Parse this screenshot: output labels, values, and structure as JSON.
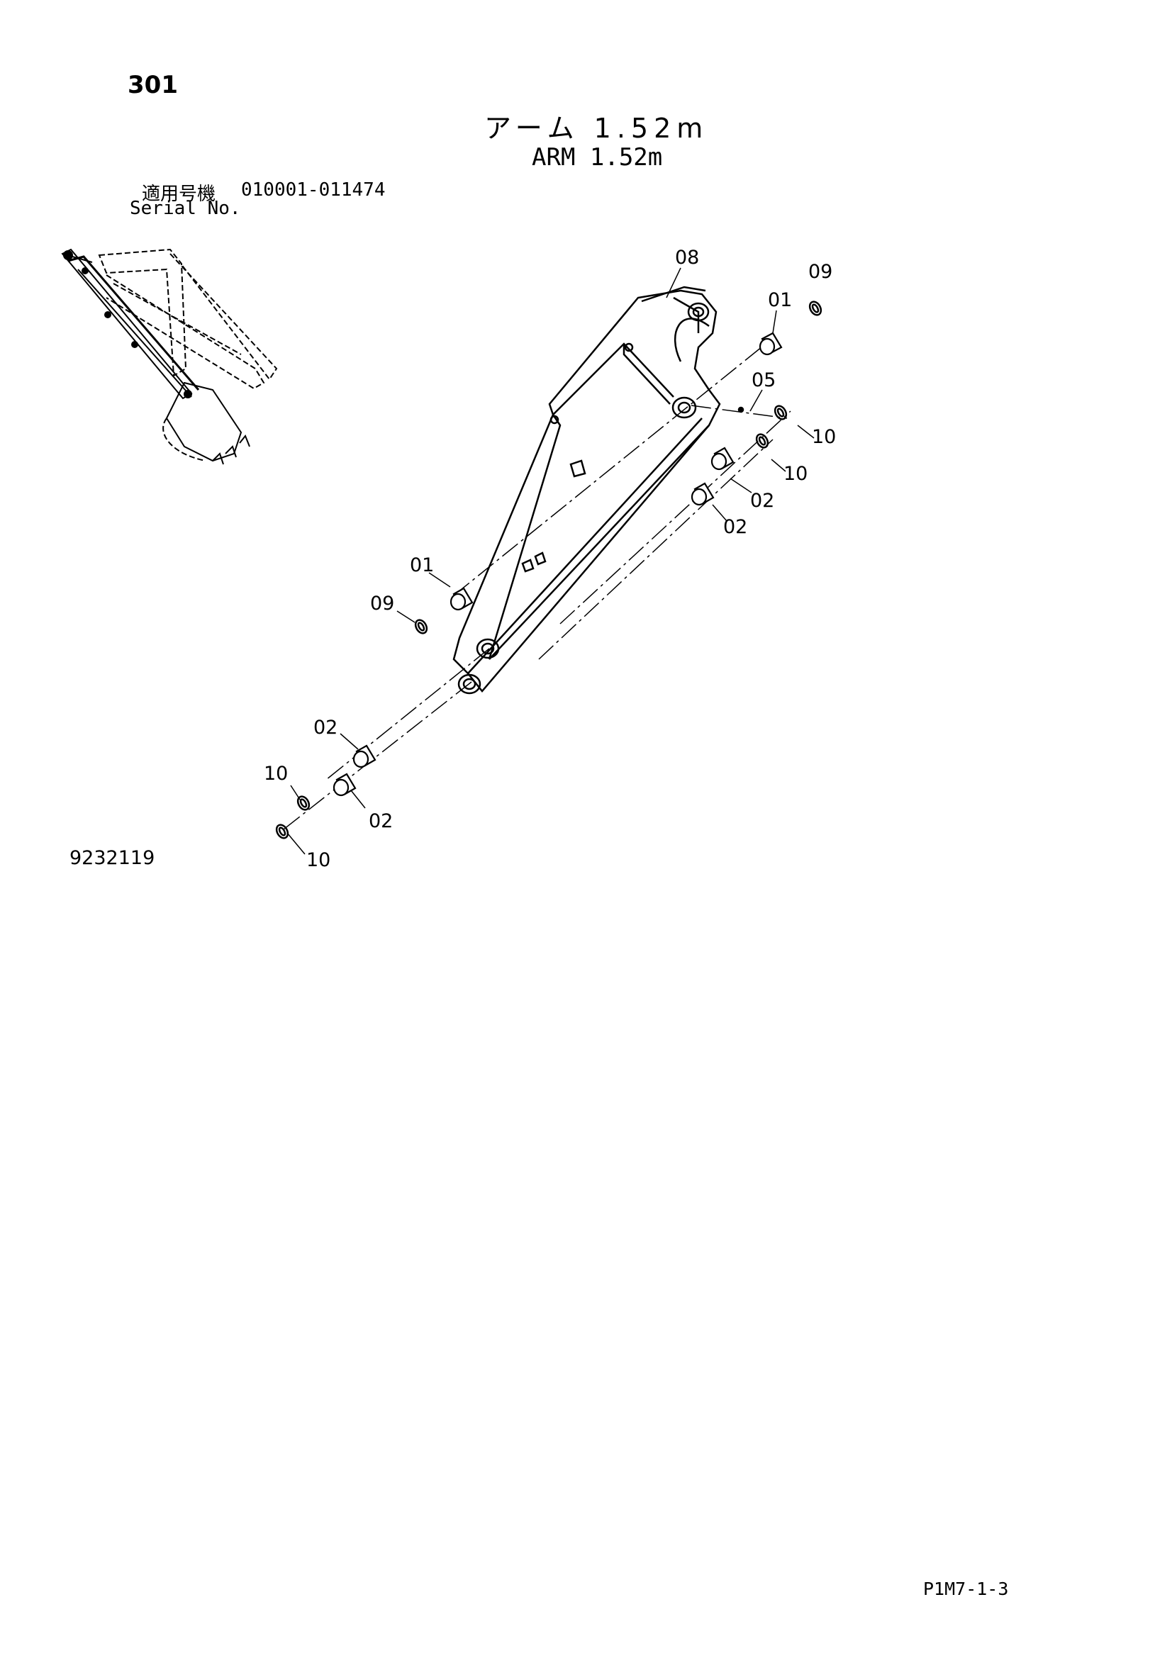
{
  "page_number": "301",
  "title_jp": "アーム 1.52m",
  "title_en": "ARM 1.52m",
  "serial": {
    "label_jp": "適用号機",
    "label_en": "Serial No.",
    "value": "010001-011474"
  },
  "drawing_number": "9232119",
  "page_code": "P1M7-1-3",
  "callouts": [
    "08",
    "09",
    "01",
    "05",
    "10",
    "10",
    "02",
    "02",
    "01",
    "09",
    "02",
    "10",
    "02",
    "10"
  ]
}
